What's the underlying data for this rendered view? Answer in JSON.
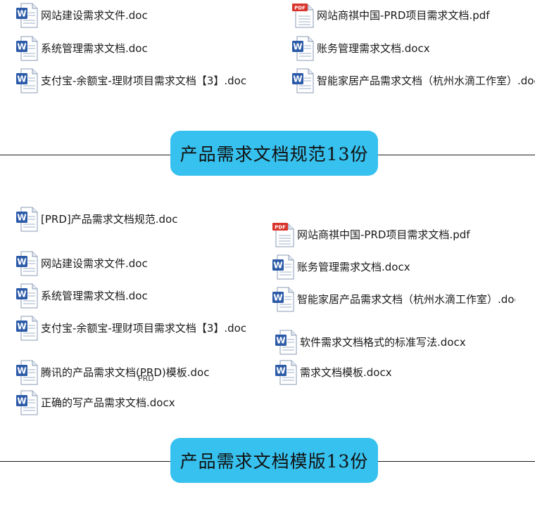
{
  "colors": {
    "banner": "#37c1ef",
    "doc_blue": "#2b5aa8",
    "pdf_red": "#d9342b"
  },
  "section_top": {
    "files": [
      {
        "name": "网站建设需求文件.doc",
        "type": "doc"
      },
      {
        "name": "网站商祺中国-PRD项目需求文档.pdf",
        "type": "pdf"
      },
      {
        "name": "系统管理需求文档.doc",
        "type": "doc"
      },
      {
        "name": "账务管理需求文档.docx",
        "type": "doc"
      },
      {
        "name": "支付宝-余额宝-理财项目需求文档【3】.doc",
        "type": "doc"
      },
      {
        "name": "智能家居产品需求文档（杭州水滴工作室）.doc",
        "type": "doc"
      }
    ],
    "banner": "产品需求文档规范13份"
  },
  "section_bottom": {
    "files": [
      {
        "name": "[PRD]产品需求文档规范.doc",
        "type": "doc"
      },
      {
        "name": "网站商祺中国-PRD项目需求文档.pdf",
        "type": "pdf"
      },
      {
        "name": "网站建设需求文件.doc",
        "type": "doc"
      },
      {
        "name": "账务管理需求文档.docx",
        "type": "doc"
      },
      {
        "name": "系统管理需求文档.doc",
        "type": "doc"
      },
      {
        "name": "智能家居产品需求文档（杭州水滴工作室）.doc",
        "type": "doc"
      },
      {
        "name": "支付宝-余额宝-理财项目需求文档【3】.doc",
        "type": "doc"
      },
      {
        "name": "软件需求文档格式的标准写法.docx",
        "type": "doc"
      },
      {
        "name": "腾讯的产品需求文档(PRD)模板.doc",
        "type": "doc"
      },
      {
        "name": "需求文档模板.docx",
        "type": "doc"
      },
      {
        "name": "正确的写产品需求文档.docx",
        "type": "doc"
      }
    ],
    "overlap_text": "PRD",
    "banner": "产品需求文档模版13份"
  }
}
